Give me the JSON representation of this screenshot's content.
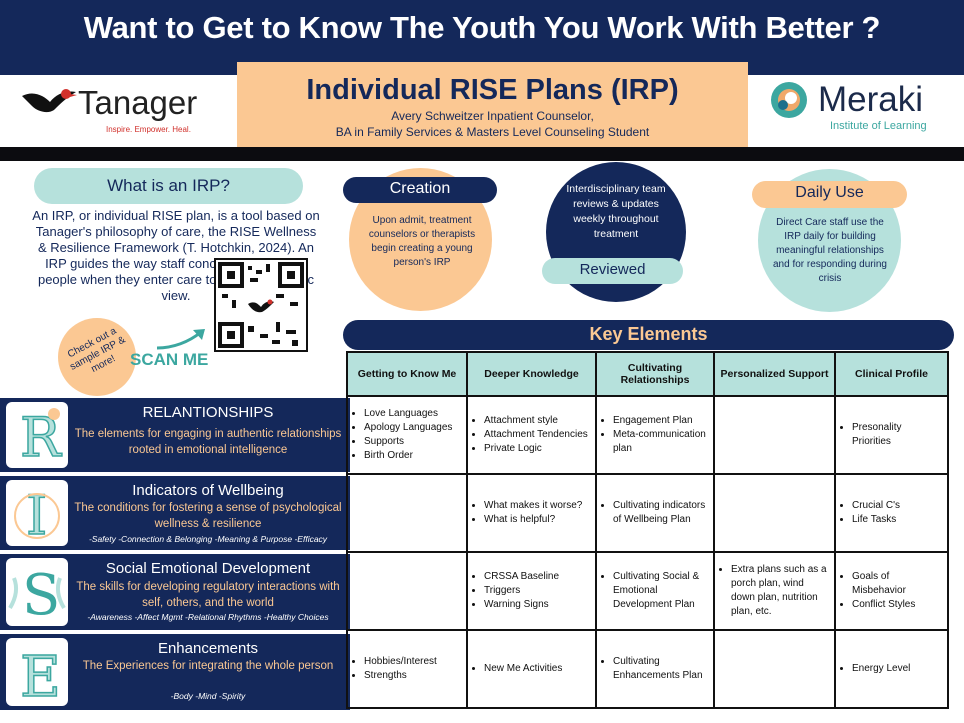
{
  "header": {
    "title": "Want to Get to Know The Youth You Work With Better ?",
    "irp_title": "Individual RISE Plans (IRP)",
    "author_line": "Avery Schweitzer Inpatient Counselor,",
    "degree_line": "BA in Family Services & Masters Level Counseling Student"
  },
  "logos": {
    "tanager_name": "Tanager",
    "tanager_tagline": "Inspire. Empower. Heal.",
    "meraki_name": "Meraki",
    "meraki_sub": "Institute of Learning"
  },
  "what_is": {
    "title": "What is an IRP?",
    "body": "An IRP, or individual RISE plan, is a tool based on Tanager's philosophy of care, the RISE Wellness & Resilience Framework (T. Hotchkin, 2024). An IRP guides the way staff conceptualize young people when they enter care to ensure a holistic view.",
    "check_out": "Check out a sample IRP & more!",
    "scan_me": "SCAN ME"
  },
  "phases": {
    "creation_label": "Creation",
    "creation_text": "Upon admit, treatment counselors or therapists begin creating a young person's IRP",
    "reviewed_label": "Reviewed",
    "reviewed_text": "Interdisciplinary team reviews & updates weekly throughout treatment",
    "daily_label": "Daily Use",
    "daily_text": "Direct Care staff use the IRP daily for building meaningful relationships and for responding during crisis"
  },
  "key_elements": {
    "title": "Key Elements",
    "columns": [
      "Getting to Know Me",
      "Deeper Knowledge",
      "Cultivating Relationships",
      "Personalized Support",
      "Clinical Profile"
    ]
  },
  "rows": [
    {
      "title": "RELANTIONSHIPS",
      "desc": "The elements for engaging in authentic relationships rooted in emotional intelligence",
      "tags": "",
      "cells": [
        [
          "Love Languages",
          "Apology Languages",
          "Supports",
          "Birth Order"
        ],
        [
          "Attachment style",
          "Attachment Tendencies",
          "Private Logic"
        ],
        [
          "Engagement Plan",
          "Meta-communication plan"
        ],
        [],
        [
          "Presonality Priorities"
        ]
      ]
    },
    {
      "title": "Indicators of Wellbeing",
      "desc": "The conditions for fostering a sense of psychological wellness & resilience",
      "tags": "-Safety -Connection & Belonging -Meaning & Purpose -Efficacy",
      "cells": [
        [],
        [
          "What makes it worse?",
          "What is helpful?"
        ],
        [
          "Cultivating indicators of Wellbeing Plan"
        ],
        [],
        [
          "Crucial C's",
          "Life Tasks"
        ]
      ]
    },
    {
      "title": "Social Emotional Development",
      "desc": "The skills for developing regulatory interactions with self, others, and the world",
      "tags": "-Awareness -Affect Mgmt -Relational Rhythms -Healthy Choices",
      "cells": [
        [],
        [
          "CRSSA Baseline",
          "Triggers",
          "Warning Signs"
        ],
        [
          "Cultivating Social & Emotional Development Plan"
        ],
        [
          "Extra plans such as a porch plan, wind down plan, nutrition plan, etc."
        ],
        [
          "Goals of Misbehavior",
          "Conflict Styles"
        ]
      ]
    },
    {
      "title": "Enhancements",
      "desc": "The Experiences for integrating the whole person",
      "tags": "-Body -Mind -Spirity",
      "cells": [
        [
          "Hobbies/Interest",
          "Strengths"
        ],
        [
          "New Me Activities"
        ],
        [
          "Cultivating Enhancements Plan"
        ],
        [],
        [
          "Energy Level"
        ]
      ]
    }
  ],
  "colors": {
    "navy": "#14285a",
    "peach": "#fbc893",
    "teal": "#b6e1dc",
    "accent_teal": "#3ca7a0"
  }
}
